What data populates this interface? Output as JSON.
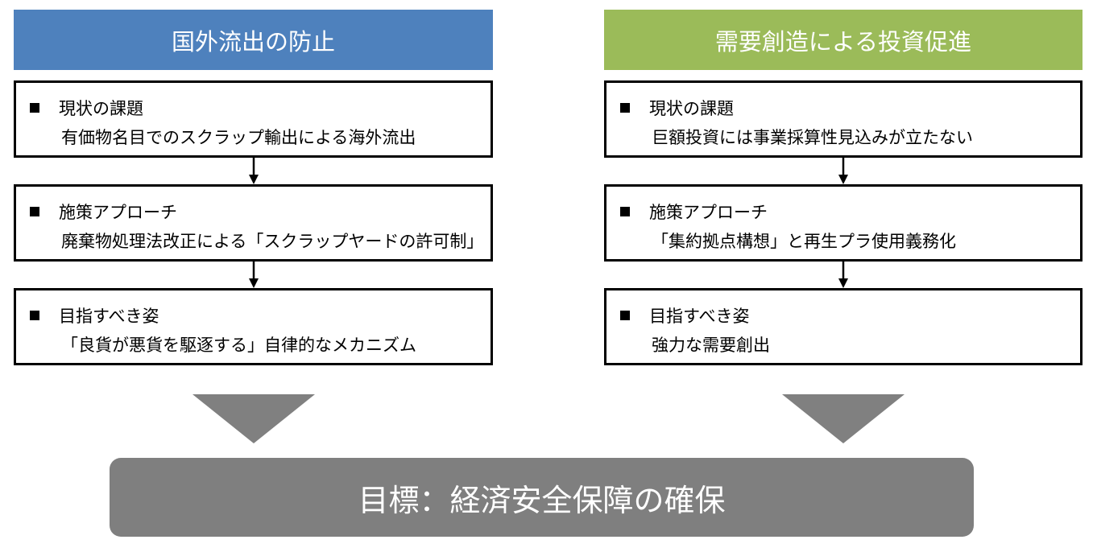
{
  "columns": [
    {
      "header": "国外流出の防止",
      "color": "#4e81bd",
      "steps": [
        {
          "title": "現状の課題",
          "text": "有価物名目でのスクラップ輸出による海外流出"
        },
        {
          "title": "施策アプローチ",
          "text": "廃棄物処理法改正による「スクラップヤードの許可制」"
        },
        {
          "title": "目指すべき姿",
          "text": "「良貨が悪貨を駆逐する」自律的なメカニズム"
        }
      ]
    },
    {
      "header": "需要創造による投資促進",
      "color": "#9bbb59",
      "steps": [
        {
          "title": "現状の課題",
          "text": "巨額投資には事業採算性見込みが立たない"
        },
        {
          "title": "施策アプローチ",
          "text": "「集約拠点構想」と再生プラ使用義務化"
        },
        {
          "title": "目指すべき姿",
          "text": "強力な需要創出"
        }
      ]
    }
  ],
  "goal": {
    "text": "目標：経済安全保障の確保",
    "color": "#7f7f7f"
  },
  "icons": {
    "bullet": "square-bullet-icon",
    "connector": "down-arrow-icon",
    "big_arrow": "triangle-down-icon"
  }
}
